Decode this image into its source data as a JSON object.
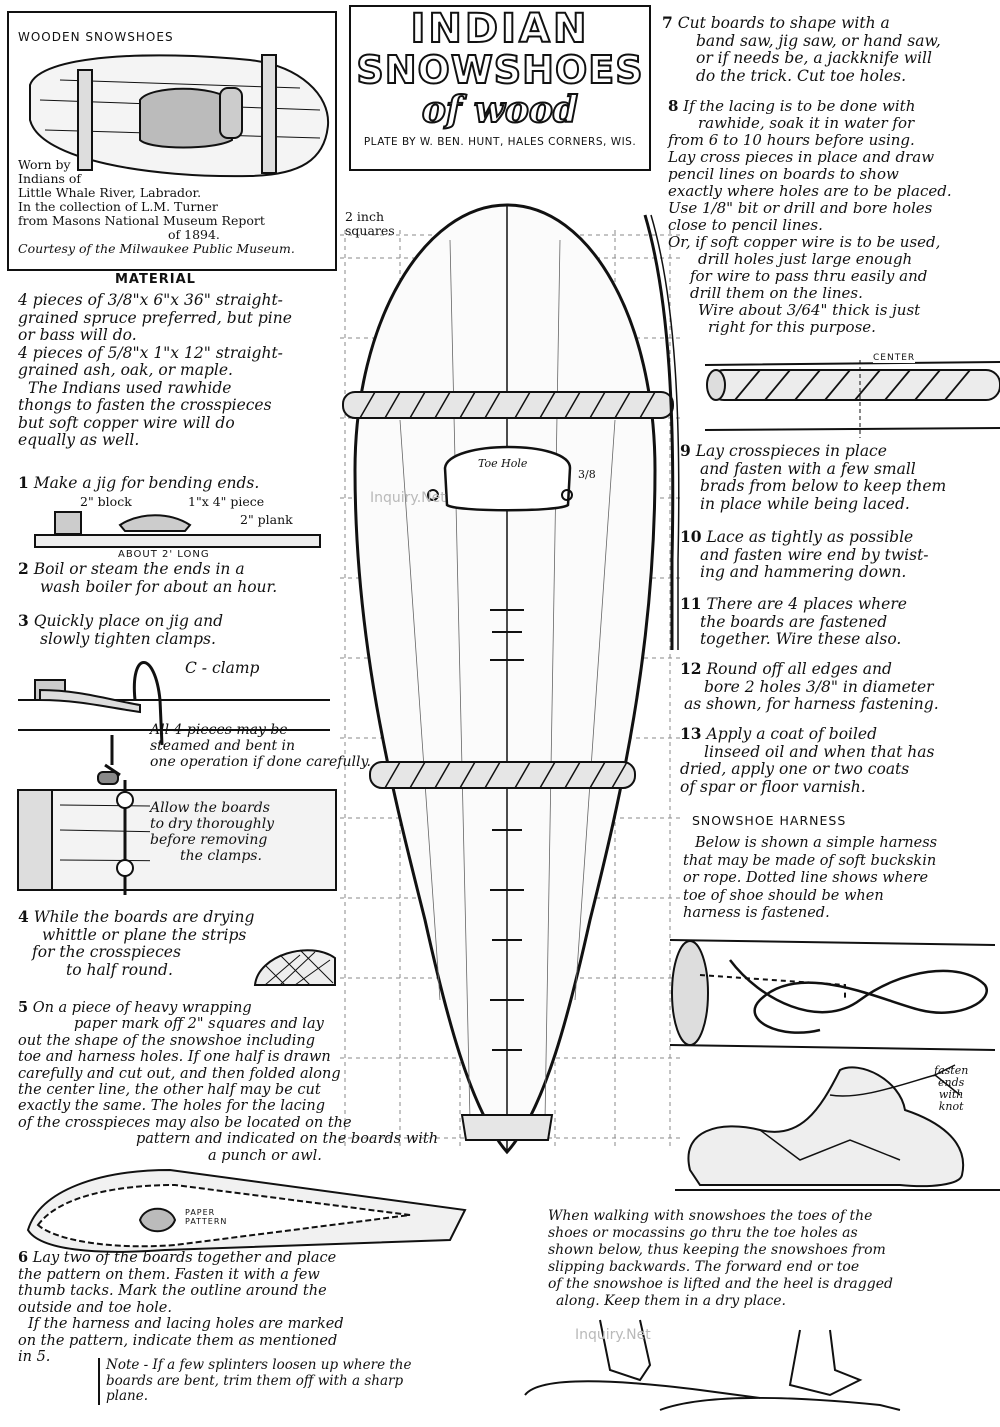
{
  "header": {
    "title_line1": "INDIAN",
    "title_line2": "SNOWSHOES",
    "title_line3": "of wood",
    "plate_credit": "PLATE BY W. BEN. HUNT, HALES CORNERS, WIS."
  },
  "wooden_box": {
    "label": "WOODEN SNOWSHOES",
    "worn_by": [
      "Worn by",
      "Indians of",
      "Little Whale River, Labrador.",
      "In the collection of L.M. Turner",
      "from Masons National Museum Report",
      "of 1894."
    ],
    "courtesy": "Courtesy of the Milwaukee Public Museum."
  },
  "material": {
    "heading": "MATERIAL",
    "lines": [
      "4 pieces of 3/8\"x 6\"x 36\" straight-",
      "grained spruce preferred, but pine",
      "or bass will do.",
      "4 pieces of 5/8\"x 1\"x 12\" straight-",
      "grained ash, oak, or maple.",
      "The Indians used rawhide",
      "thongs to fasten the crosspieces",
      "but soft copper wire will do",
      "equally as well."
    ]
  },
  "steps_left": {
    "s1_num": "1",
    "s1": "Make a jig for bending ends.",
    "jig_block": "2\" block",
    "jig_piece": "1\"x 4\" piece",
    "jig_plank": "2\" plank",
    "jig_long": "ABOUT 2' LONG",
    "s2_num": "2",
    "s2": [
      "Boil or steam the ends in a",
      "wash boiler for about an hour."
    ],
    "s3_num": "3",
    "s3": [
      "Quickly place on jig and",
      "slowly tighten clamps."
    ],
    "c_clamp": "C - clamp",
    "steam_note": [
      "All 4 pieces may be",
      "steamed and bent in",
      "one operation if done carefully."
    ],
    "dry_note": [
      "Allow the boards",
      "to dry thoroughly",
      "before removing",
      "the clamps."
    ],
    "s4_num": "4",
    "s4": [
      "While the boards are drying",
      "whittle or plane the strips",
      "for the crosspieces",
      "to half round."
    ],
    "s5_num": "5",
    "s5": [
      "On a piece of heavy wrapping",
      "paper mark off 2\" squares and lay",
      "out the shape of the snowshoe including",
      "toe and harness holes. If one half is drawn",
      "carefully and cut out, and then folded along",
      "the center line, the other half may be cut",
      "exactly the same. The holes for the lacing",
      "of the crosspieces may also be located on the",
      "pattern and indicated on the boards with",
      "a punch or awl."
    ],
    "paper_pattern": [
      "PAPER",
      "PATTERN"
    ],
    "s6_num": "6",
    "s6": [
      "Lay two of the boards together and place",
      "the pattern on them. Fasten it with a few",
      "thumb tacks. Mark the outline around the",
      "outside and toe hole.",
      "If the harness and lacing holes are marked",
      "on the pattern, indicate them as mentioned",
      "in 5."
    ],
    "note": [
      "Note - If a few splinters loosen up where the",
      "boards are bent, trim them off with a sharp",
      "plane."
    ]
  },
  "center": {
    "squares_label": [
      "2 inch",
      "squares"
    ],
    "toe_hole": "Toe Hole",
    "hole_size": "3/8"
  },
  "steps_right": {
    "s7_num": "7",
    "s7": [
      "Cut boards to shape with a",
      "band saw, jig saw, or hand saw,",
      "or if needs be, a jackknife will",
      "do the trick. Cut toe holes."
    ],
    "s8_num": "8",
    "s8": [
      "If the lacing is to be done with",
      "rawhide, soak it in water for",
      "from 6 to 10 hours before using.",
      "Lay cross pieces in place and draw",
      "pencil lines on boards to show",
      "exactly where holes are to be placed.",
      "Use 1/8\" bit or drill and bore holes",
      "close to pencil lines.",
      "Or, if soft copper wire is to be used,",
      "drill holes just large enough",
      "for wire to pass thru easily and",
      "drill them on the lines.",
      "Wire about 3/64\" thick is just",
      "right for this purpose."
    ],
    "center_label": "CENTER",
    "s9_num": "9",
    "s9": [
      "Lay crosspieces in place",
      "and fasten with a few small",
      "brads from below to keep them",
      "in place while being laced."
    ],
    "s10_num": "10",
    "s10": [
      "Lace as tightly as possible",
      "and fasten wire end by twist-",
      "ing and hammering down."
    ],
    "s11_num": "11",
    "s11": [
      "There are 4 places where",
      "the boards are fastened",
      "together. Wire these also."
    ],
    "s12_num": "12",
    "s12": [
      "Round off all edges and",
      "bore 2 holes 3/8\" in diameter",
      "as shown, for harness fastening."
    ],
    "s13_num": "13",
    "s13": [
      "Apply a coat of boiled",
      "linseed oil and when that has",
      "dried, apply one or two coats",
      "of spar or floor varnish."
    ],
    "harness_heading": "SNOWSHOE HARNESS",
    "harness": [
      "Below is shown a simple harness",
      "that may be made of soft buckskin",
      "or rope. Dotted line shows where",
      "toe of shoe should be when",
      "harness is fastened."
    ],
    "fasten_note": [
      "fasten",
      "ends",
      "with",
      "knot"
    ],
    "walking": [
      "When walking with snowshoes the toes of the",
      "shoes or mocassins go thru the toe holes as",
      "shown below, thus keeping the snowshoes from",
      "slipping backwards. The forward end or toe",
      "of the snowshoe is lifted and the heel is dragged",
      "along. Keep them in a dry place."
    ]
  },
  "watermark": "Inquiry.Net"
}
